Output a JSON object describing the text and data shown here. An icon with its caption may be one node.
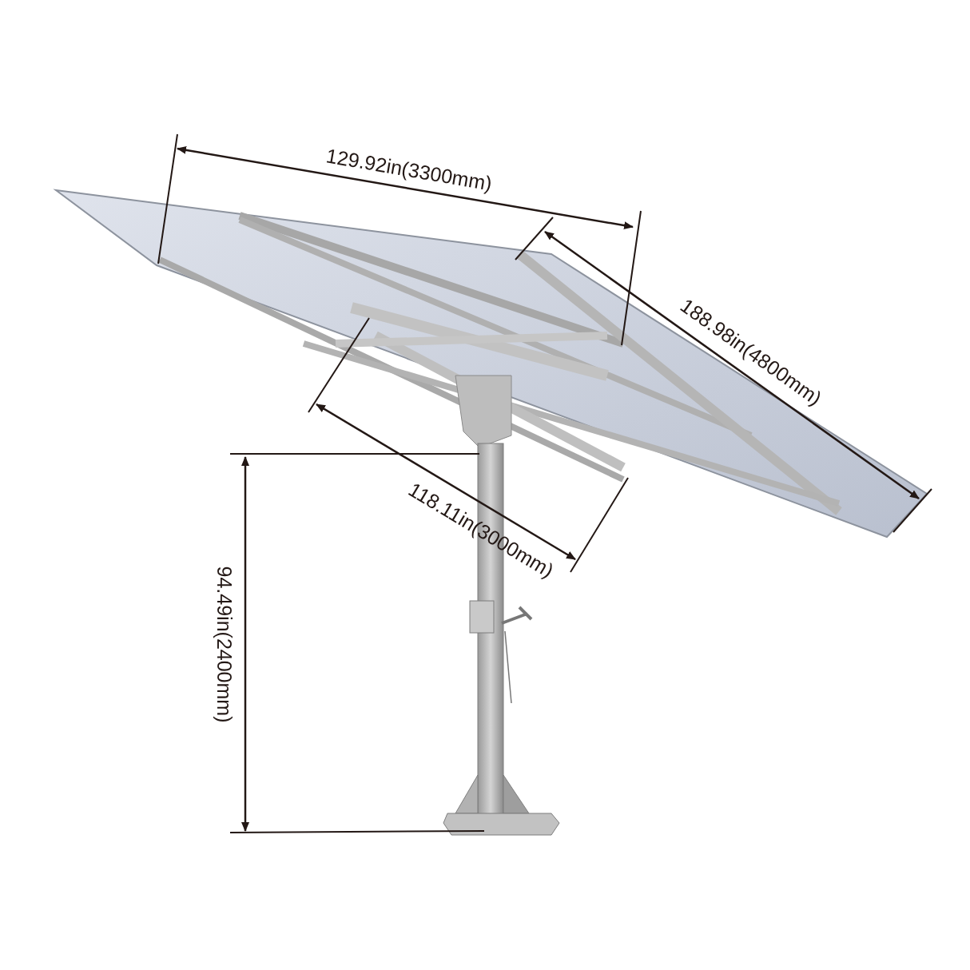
{
  "diagram": {
    "labels": [
      "129.92in(3300mm)",
      "188.98in(4800mm)",
      "118.11in(3000mm)",
      "94.49in(2400mm)"
    ]
  }
}
